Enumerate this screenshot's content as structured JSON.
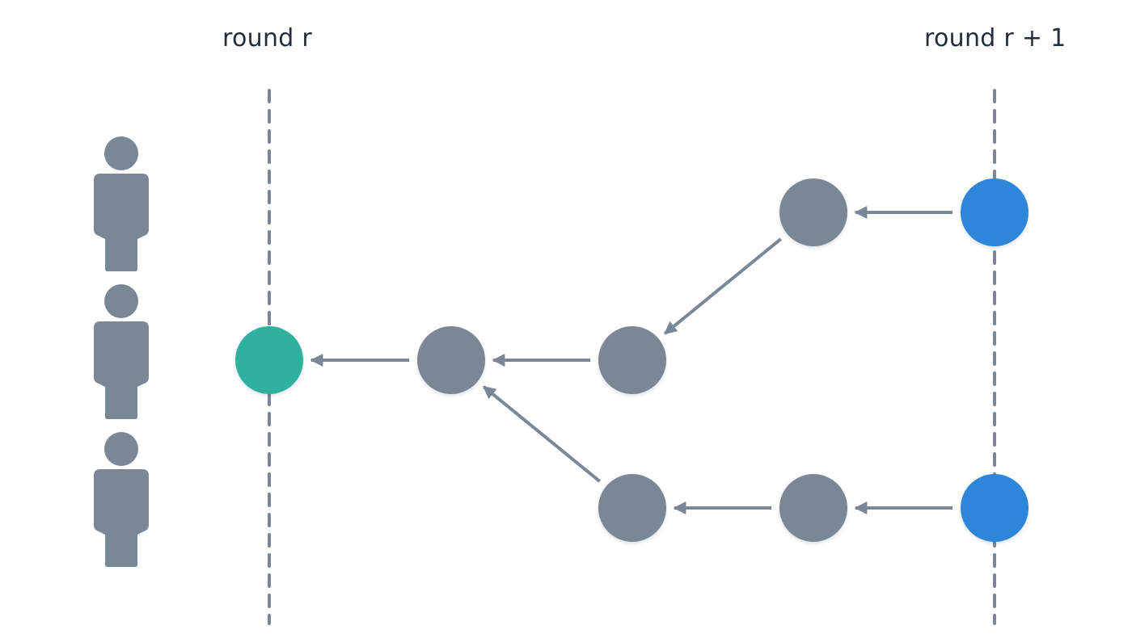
{
  "labels": {
    "round_left": "round r",
    "round_right": "round r + 1"
  },
  "colors": {
    "node_gray": "#7a8796",
    "node_green": "#2db19f",
    "node_blue": "#2d86db",
    "line_gray": "#7a8796",
    "text": "#1f2d3d"
  },
  "icons": [
    "user-icon",
    "user-icon",
    "user-icon"
  ],
  "nodes": [
    {
      "id": "green",
      "color": "node_green",
      "role": "round-r-anchor"
    },
    {
      "id": "g1",
      "color": "node_gray"
    },
    {
      "id": "g2",
      "color": "node_gray"
    },
    {
      "id": "g3",
      "color": "node_gray"
    },
    {
      "id": "g4",
      "color": "node_gray"
    },
    {
      "id": "g5",
      "color": "node_gray"
    },
    {
      "id": "blue_top",
      "color": "node_blue",
      "role": "round-r1-anchor"
    },
    {
      "id": "blue_bottom",
      "color": "node_blue",
      "role": "round-r1-anchor"
    }
  ],
  "edges": [
    {
      "from": "g1",
      "to": "green"
    },
    {
      "from": "g2",
      "to": "g1"
    },
    {
      "from": "g3",
      "to": "g2"
    },
    {
      "from": "blue_top",
      "to": "g3"
    },
    {
      "from": "g4",
      "to": "g1"
    },
    {
      "from": "g5",
      "to": "g4"
    },
    {
      "from": "blue_bottom",
      "to": "g5"
    }
  ]
}
